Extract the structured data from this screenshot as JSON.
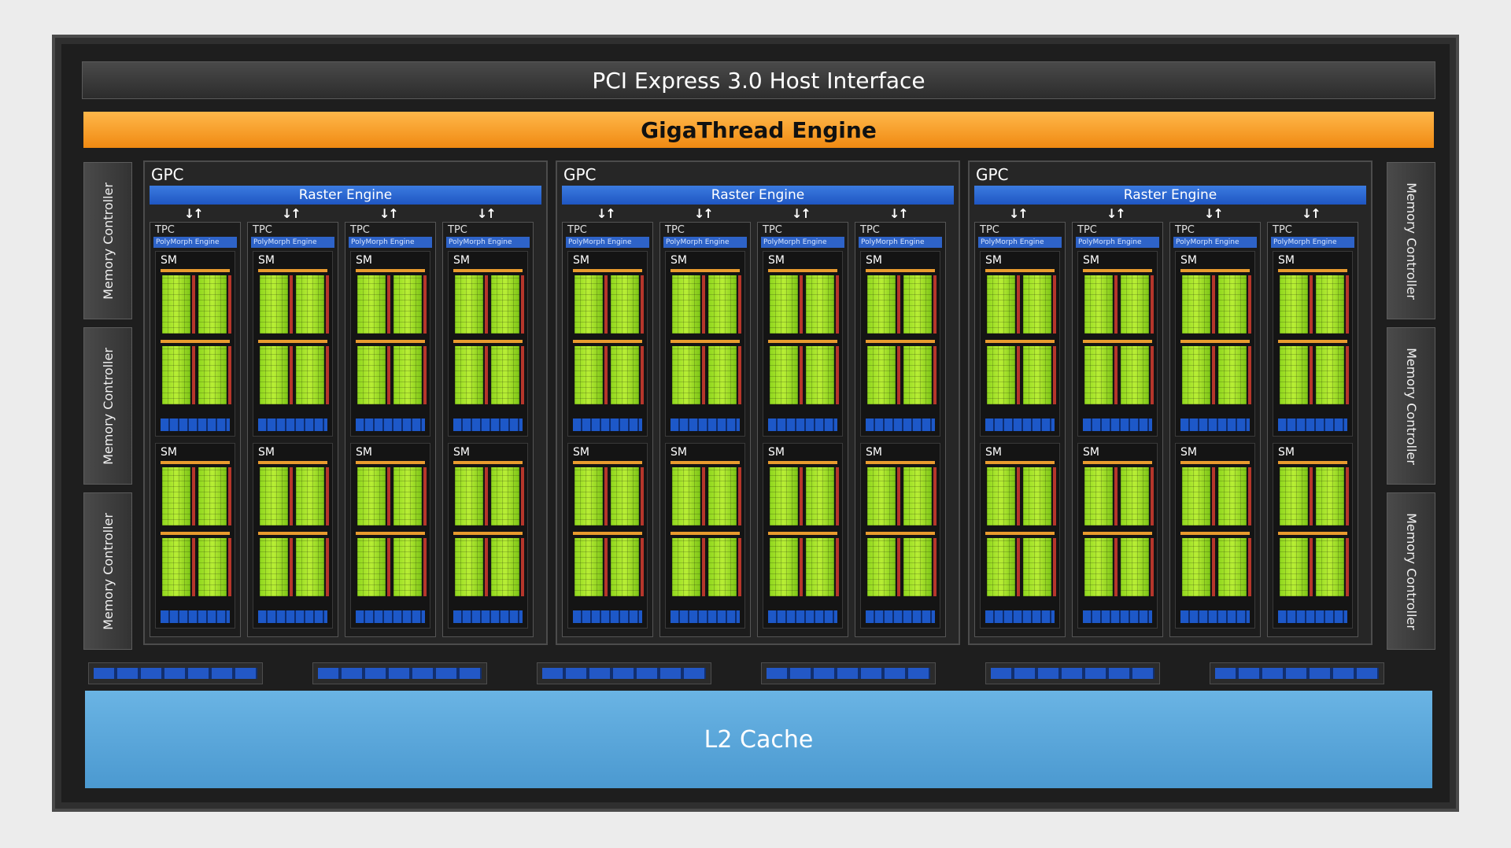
{
  "diagram": {
    "host_interface": "PCI Express 3.0 Host Interface",
    "gigathread": "GigaThread Engine",
    "memory_controller_label": "Memory Controller",
    "l2_cache": "L2 Cache",
    "gpc_label": "GPC",
    "raster_engine_label": "Raster Engine",
    "tpc_label": "TPC",
    "polymorph_label": "PolyMorph Engine",
    "sm_label": "SM",
    "gpc_count": 3,
    "tpc_per_gpc": 4,
    "sm_per_tpc": 2,
    "memory_controllers_per_side": 3,
    "l2_segments": 6
  },
  "colors": {
    "gigathread": "#f5a020",
    "raster_engine": "#2a64d0",
    "cuda_cores": "#9fdc28",
    "l2_cache": "#5aa7dc",
    "chip_bg": "#1e1e1e"
  }
}
